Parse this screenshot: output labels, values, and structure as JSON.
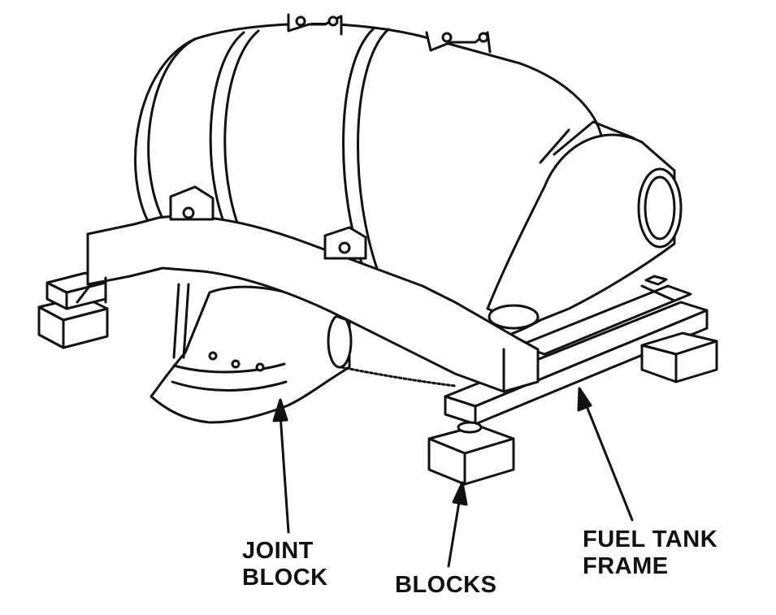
{
  "callouts": {
    "joint_block": [
      "JOINT",
      "BLOCK"
    ],
    "blocks": "BLOCKS",
    "fuel_tank_frame": [
      "FUEL TANK",
      "FRAME"
    ]
  },
  "colors": {
    "line": "#111111",
    "fill": "#ffffff"
  }
}
